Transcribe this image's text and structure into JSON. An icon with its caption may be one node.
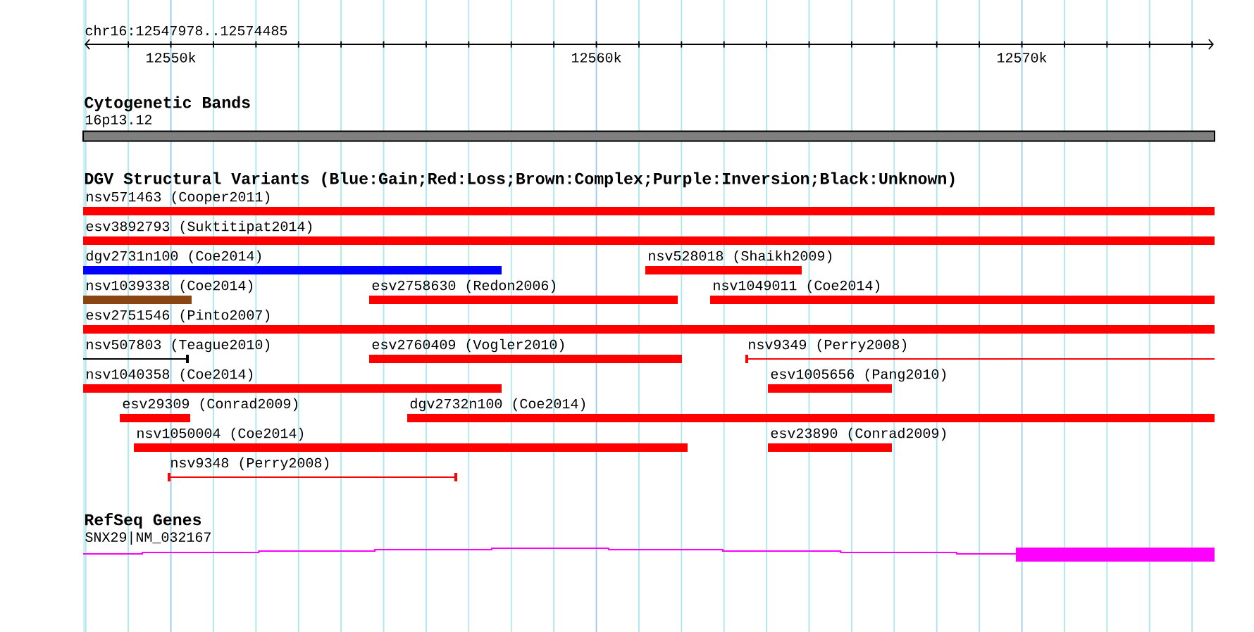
{
  "diagram": {
    "nodes": [
      {
        "text": [
          "16p13.12"
        ]
      },
      {
        "text": [
          "nsv571463 (Cooper2011)"
        ]
      },
      {
        "text": [
          "esv3892793 (Suktitipat2014)"
        ]
      },
      {
        "text": [
          "dgv2731n100 (Coe2014)"
        ]
      },
      {
        "text": [
          "nsv528018 (Shaikh2009)"
        ]
      },
      {
        "text": [
          "nsv1039338 (Coe2014)"
        ]
      },
      {
        "text": [
          "esv2758630 (Redon2006)"
        ]
      },
      {
        "text": [
          "nsv1049011 (Coe2014)"
        ]
      },
      {
        "text": [
          "esv2751546 (Pinto2007)"
        ]
      },
      {
        "text": [
          "nsv507803 (Teague2010)"
        ]
      },
      {
        "text": [
          "esv2760409 (Vogler2010)"
        ]
      },
      {
        "text": [
          "nsv9349 (Perry2008)"
        ]
      },
      {
        "text": [
          "nsv1040358 (Coe2014)"
        ]
      },
      {
        "text": [
          "esv1005656 (Pang2010)"
        ]
      },
      {
        "text": [
          "esv29309 (Conrad2009)"
        ]
      },
      {
        "text": [
          "dgv2732n100 (Coe2014)"
        ]
      },
      {
        "text": [
          "nsv1050004 (Coe2014)"
        ]
      },
      {
        "text": [
          "esv23890 (Conrad2009)"
        ]
      },
      {
        "text": [
          "nsv9348 (Perry2008)"
        ]
      },
      {
        "text": [
          "SNX29|NM_032167"
        ]
      }
    ],
    "labels": [
      "chr16:12547978..12574485",
      "12550k",
      "12560k",
      "12570k",
      "Cytogenetic Bands",
      "DGV Structural Variants (Blue:Gain;Red:Loss;Brown:Complex;Purple:Inversion;Black:Unknown)",
      "RefSeq Genes"
    ]
  }
}
